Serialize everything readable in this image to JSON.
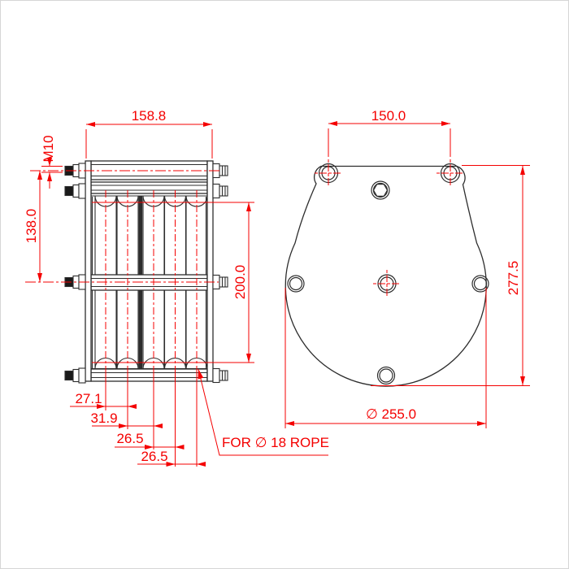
{
  "drawing": {
    "type": "engineering-drawing",
    "part": "pulley-block-for-rope",
    "colors": {
      "dimension_red": "#f40000",
      "geometry_dark": "#2d2d2d",
      "background": "#ffffff"
    },
    "front_view": {
      "dims": {
        "overall_width": "158.8",
        "bolt_thread": "M10",
        "bolt_vertical_spacing": "138.0",
        "sheave_axis_spacing": "200.0",
        "groove_pitch_1": "27.1",
        "groove_pitch_2": "31.9",
        "groove_pitch_3": "26.5",
        "groove_pitch_4": "26.5"
      },
      "note": "FOR ∅ 18 ROPE",
      "groove_count": 5
    },
    "side_view": {
      "dims": {
        "top_hole_spacing": "150.0",
        "overall_height": "277.5",
        "plate_diameter": "∅ 255.0"
      },
      "hole_count": 7
    }
  }
}
